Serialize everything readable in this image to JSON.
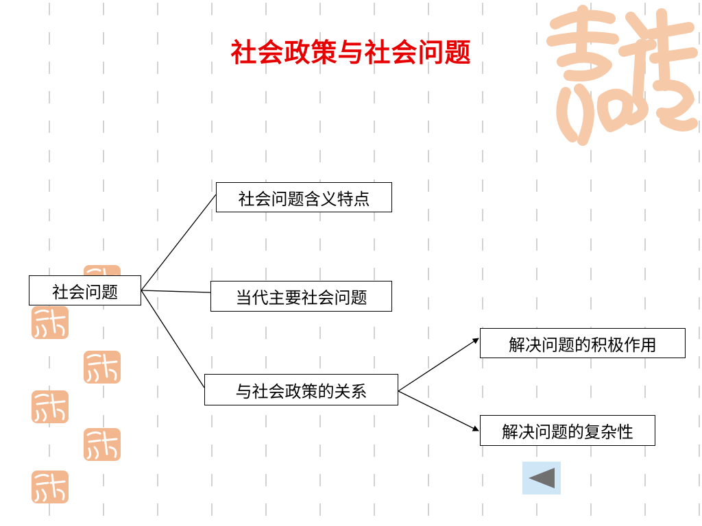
{
  "title": "社会政策与社会问题",
  "nodes": {
    "root": "社会问题",
    "meaning": "社会问题含义特点",
    "current": "当代主要社会问题",
    "relation": "与社会政策的关系",
    "positive": "解决问题的积极作用",
    "complex": "解决问题的复杂性"
  },
  "colors": {
    "title": "#e60000",
    "decoration": "#f6c9a8",
    "stamp": "#f3b790",
    "back_button": "#cfe6f6",
    "back_arrow": "#707070"
  },
  "icons": {
    "back": "left-triangle-icon",
    "decoration": "calligraphy-seal-icon"
  }
}
